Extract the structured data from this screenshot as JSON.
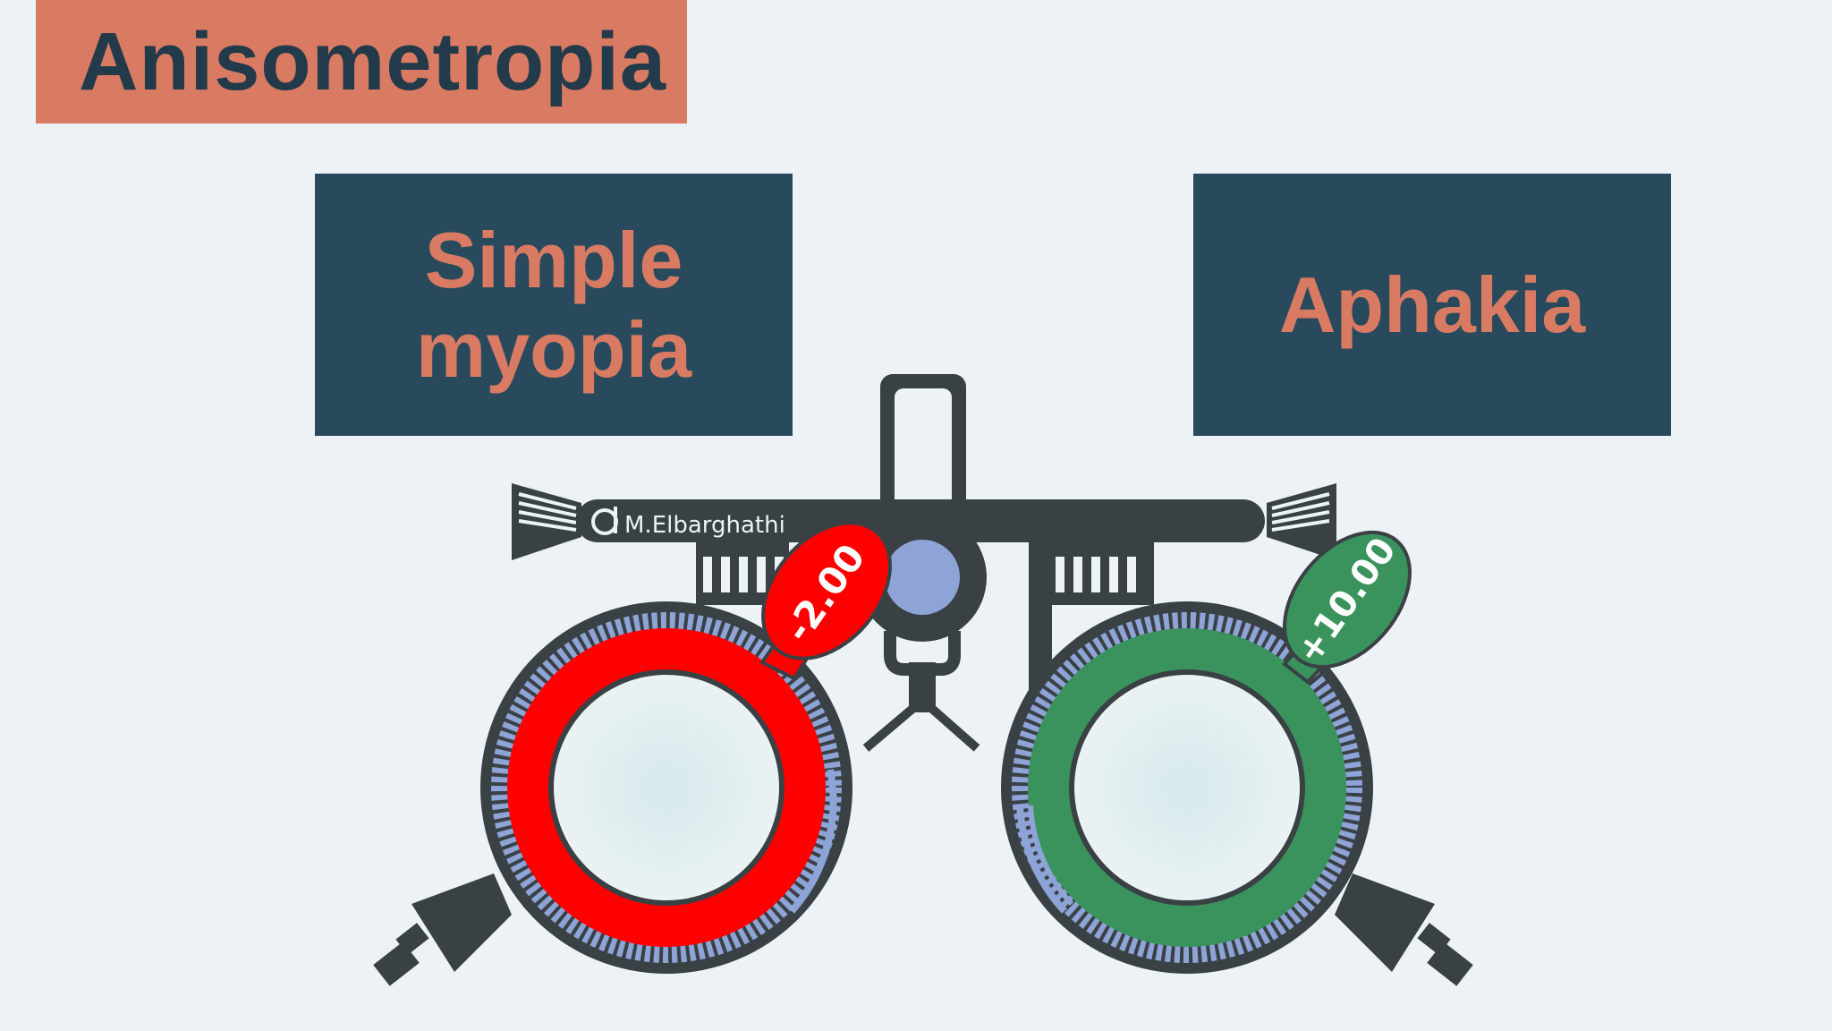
{
  "title": "Anisometropia",
  "left_label": {
    "line1": "Simple",
    "line2": "myopia"
  },
  "right_label": "Aphakia",
  "brand": "M.Elbarghathi",
  "left_lens": {
    "power": "-2.00",
    "color": "#ff0000"
  },
  "right_lens": {
    "power": "+10.00",
    "color": "#3a935d"
  },
  "colors": {
    "title_bg": "#d97b62",
    "box_bg": "#294a5c",
    "frame": "#394145",
    "scale": "#8ea3d6",
    "background": "#edf2f6"
  }
}
